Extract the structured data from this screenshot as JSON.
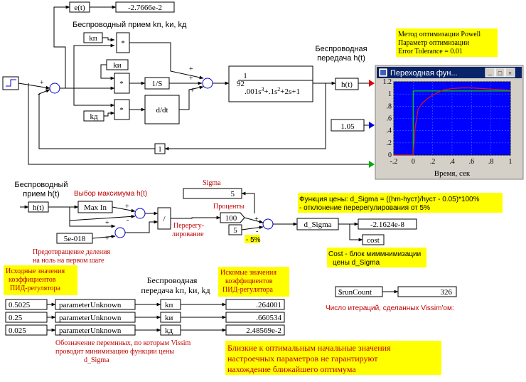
{
  "blocks": {
    "et": "e(t)",
    "et_value": "-2.7666e-2",
    "kp": "kп",
    "ki": "kи",
    "kd": "kд",
    "mult": "*",
    "integrator": "1/S",
    "derivative": "d/dt",
    "tf_gain": "92",
    "tf_num": "1",
    "tf_den_parts": [
      ".001s",
      "3",
      "+.1s",
      "2",
      "+2s+1"
    ],
    "ht": "h(t)",
    "const_1_05": "1.05",
    "feedback_one": "1",
    "maxin": "Max In",
    "eps": "5e-018",
    "div": "/",
    "hundred": "100",
    "five": "5",
    "sigma_value": "5",
    "dsigma": "d_Sigma",
    "dsigma_value": "-2.1624e-8",
    "cost": "cost",
    "runcount": "$runCount",
    "runcount_value": "326",
    "initial_values": [
      "0.5025",
      "0.25",
      "0.025"
    ],
    "param_blocks": [
      "parameterUnknown",
      "parameterUnknown",
      "parameterUnknown"
    ],
    "param_names": [
      "kп",
      "kи",
      "kд"
    ],
    "results": [
      ".264001",
      ".660534",
      "2.48569e-2"
    ]
  },
  "labels": {
    "wireless_recv_top": "Беспроводный прием kп,  kи, kд",
    "wireless_tx_1": "Беспроводная",
    "wireless_tx_2": "передача h(t)",
    "wireless_recv_h_1": "Беспроводный",
    "wireless_recv_h_2": "прием h(t)",
    "max_select": "Выбор максимума h(t)",
    "sigma": "Sigma",
    "percent": "Проценты",
    "overshoot_1": "Перерегу-",
    "overshoot_2": "лирование",
    "minus5": "- 5%",
    "div_prevent_1": "Предотвращение деления",
    "div_prevent_2": "на ноль на первом шаге",
    "bottom_tx_1": "Беспроводная",
    "bottom_tx_2": "передача kп, kи, kд",
    "param_desc_1": "Обозначение перемнных, по которым Vissim",
    "param_desc_2": "проводит минимизацию функции цены",
    "param_desc_3": "d_Sigma",
    "iter_count": "Число итераций, сделанных Vissim'ом:"
  },
  "notes": {
    "method": [
      "Метод оптимизации Powell",
      "Параметр оптимизации",
      "Error Tolerance = 0.01"
    ],
    "cost_func": [
      "Функция цены: d_Sigma = ((hm-hуст)/hуст - 0.05)*100%",
      "- отклонение перерегулирования от 5%"
    ],
    "cost_block": [
      "Cost - блок миммнимизации",
      "цены d_Sigma"
    ],
    "initial": [
      "Исходные значения",
      "коэффициентов",
      "ПИД-регулятора"
    ],
    "sought": [
      "Искомые значения",
      "коэффициентов",
      "ПИД-регулятора"
    ],
    "warning": [
      "Близкие к оптимальным начальные значения",
      "настроечных параметров не гарантируют",
      "нахождение ближайшего оптимума"
    ]
  },
  "plot": {
    "title": "Переходная фун...",
    "xlabel": "Время, сек",
    "window_buttons": [
      "_",
      "□",
      "×"
    ],
    "colors": {
      "titlebar": "#0a246a",
      "plot_bg": "#0000ff",
      "response": "#d01818",
      "reference": "#00d000",
      "grid": "#3c6cff"
    },
    "chart_data": {
      "type": "line",
      "x_ticks": [
        "-.2",
        "0",
        ".2",
        ".4",
        ".6",
        ".8",
        "1"
      ],
      "y_ticks": [
        "0",
        ".2",
        ".4",
        ".6",
        ".8",
        "1",
        "1.2"
      ],
      "xlim": [
        -0.2,
        1.0
      ],
      "ylim": [
        0,
        1.2
      ],
      "series": [
        {
          "x": [
            -0.2,
            0,
            0,
            1.0
          ],
          "y": [
            0,
            0,
            1.05,
            1.05
          ]
        },
        {
          "x": [
            -0.2,
            0.0,
            0.02,
            0.05,
            0.1,
            0.15,
            0.2,
            0.25,
            0.3,
            0.4,
            0.5,
            0.6,
            0.7,
            0.8,
            0.9,
            1.0
          ],
          "y": [
            0,
            0,
            0.45,
            0.75,
            0.86,
            0.93,
            0.98,
            1.02,
            1.06,
            1.09,
            1.1,
            1.1,
            1.09,
            1.08,
            1.07,
            1.06
          ]
        }
      ]
    }
  }
}
